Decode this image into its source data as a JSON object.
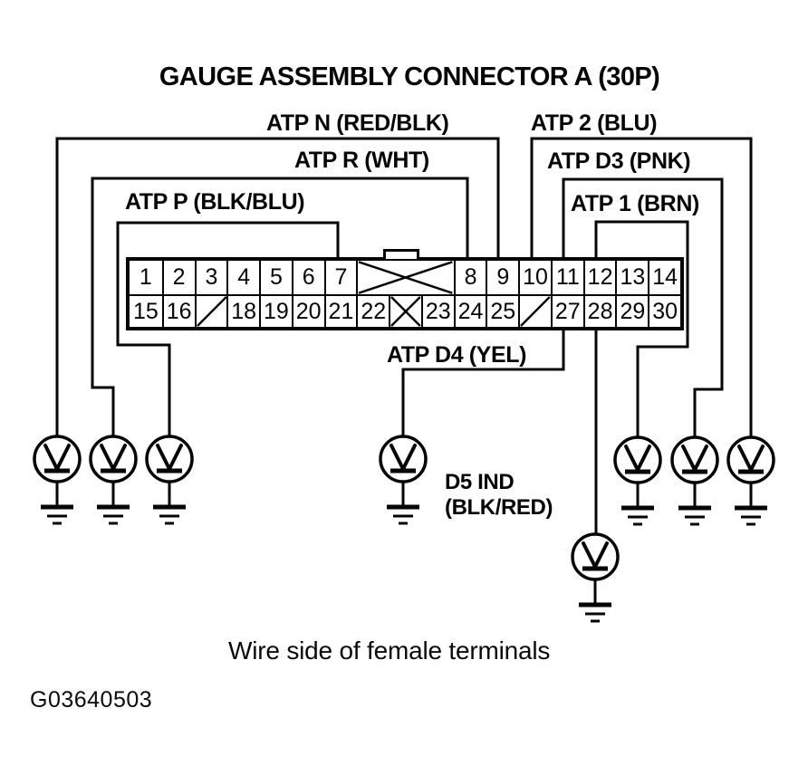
{
  "title": "GAUGE ASSEMBLY CONNECTOR A (30P)",
  "caption": "Wire side of female terminals",
  "figure_id": "G03640503",
  "ink_color": "#050505",
  "wires": {
    "atp_n": {
      "label": "ATP N (RED/BLK)",
      "pin": "9"
    },
    "atp_2": {
      "label": "ATP 2 (BLU)",
      "pin": "10"
    },
    "atp_r": {
      "label": "ATP R (WHT)",
      "pin": "8"
    },
    "atp_d3": {
      "label": "ATP D3 (PNK)",
      "pin": "11"
    },
    "atp_p": {
      "label": "ATP P (BLK/BLU)",
      "pin": "7"
    },
    "atp_1": {
      "label": "ATP 1 (BRN)",
      "pin": "12"
    },
    "atp_d4": {
      "label": "ATP D4 (YEL)",
      "pin": "27"
    },
    "d5_ind": {
      "label_line1": "D5 IND",
      "label_line2": "(BLK/RED)"
    }
  },
  "connector": {
    "name": "Gauge Assembly Connector A",
    "pin_count": "30P",
    "top_row": [
      {
        "pin": "1"
      },
      {
        "pin": "2"
      },
      {
        "pin": "3"
      },
      {
        "pin": "4"
      },
      {
        "pin": "5"
      },
      {
        "pin": "6"
      },
      {
        "pin": "7"
      },
      {
        "blocked": "x",
        "span": 3
      },
      {
        "pin": "8"
      },
      {
        "pin": "9"
      },
      {
        "pin": "10"
      },
      {
        "pin": "11"
      },
      {
        "pin": "12"
      },
      {
        "pin": "13"
      },
      {
        "pin": "14"
      }
    ],
    "bottom_row": [
      {
        "pin": "15"
      },
      {
        "pin": "16"
      },
      {
        "blocked": "slash"
      },
      {
        "pin": "18"
      },
      {
        "pin": "19"
      },
      {
        "pin": "20"
      },
      {
        "pin": "21"
      },
      {
        "pin": "22"
      },
      {
        "blocked": "x"
      },
      {
        "pin": "23"
      },
      {
        "pin": "24"
      },
      {
        "pin": "25"
      },
      {
        "blocked": "slash"
      },
      {
        "pin": "27"
      },
      {
        "pin": "28"
      },
      {
        "pin": "29"
      },
      {
        "pin": "30"
      }
    ]
  }
}
